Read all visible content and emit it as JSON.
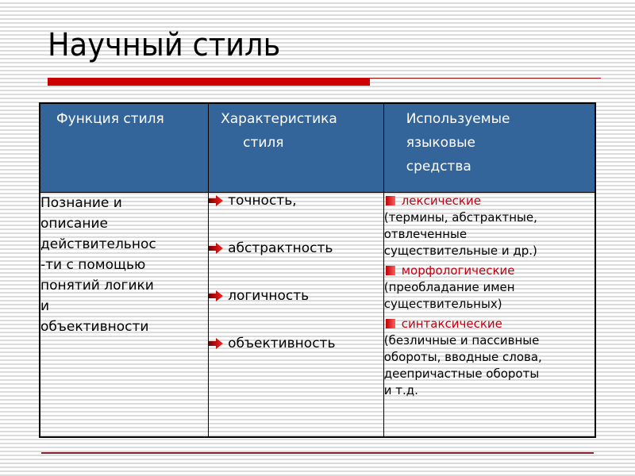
{
  "slide": {
    "title": "Научный стиль"
  },
  "table": {
    "headers": [
      {
        "line1": "Функция стиля"
      },
      {
        "line1": "Характеристика",
        "line2": "стиля"
      },
      {
        "line1": "Используемые",
        "line2": "языковые",
        "line3": "средства"
      }
    ],
    "function_lines": [
      "Познание и",
      "описание",
      "действительнос",
      "-ти с помощью",
      "понятий логики",
      "и",
      "объективности"
    ],
    "characteristics": [
      "точность,",
      "абстрактность",
      "логичность",
      "объективность"
    ],
    "means": [
      {
        "label": "лексические",
        "desc_lines": [
          "(термины, абстрактные,",
          "отвлеченные",
          "существительные и др.)"
        ]
      },
      {
        "label": "морфологические",
        "desc_lines": [
          "(преобладание имен",
          "существительных)"
        ]
      },
      {
        "label": "синтаксические",
        "desc_lines": [
          "(безличные и пассивные",
          "обороты, вводные слова,",
          "деепричастные обороты",
          "и т.д."
        ]
      }
    ]
  },
  "colors": {
    "header_bg": "#34659a",
    "accent_red": "#cc0000",
    "group_label_red": "#c00010"
  }
}
